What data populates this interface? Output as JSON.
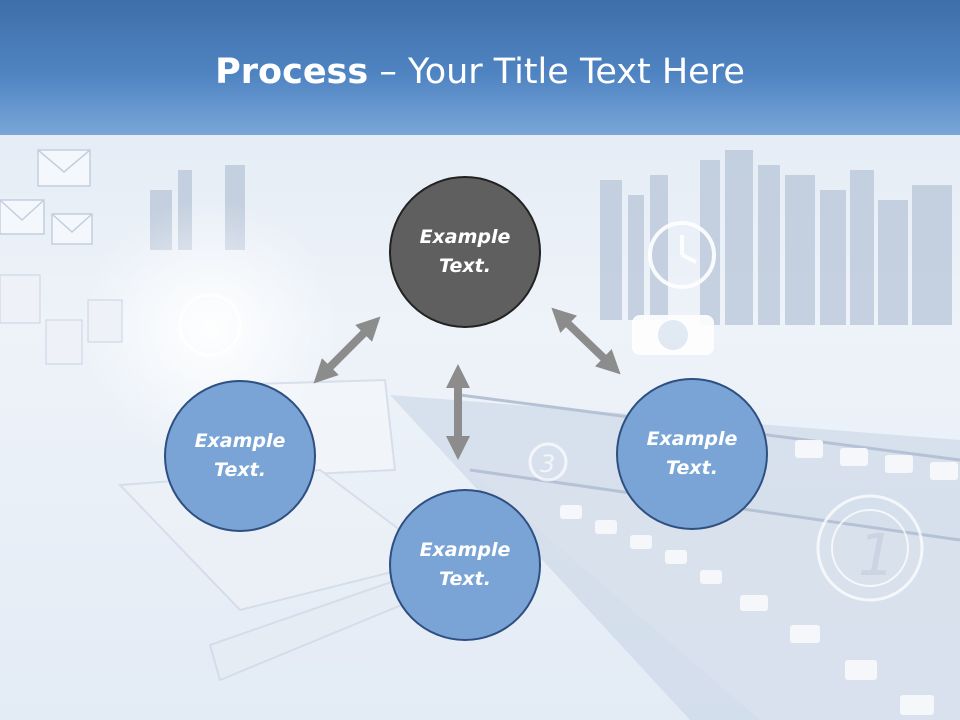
{
  "header": {
    "title_bold": "Process",
    "title_rest": " – Your Title Text Here"
  },
  "nodes": {
    "top": {
      "line1": "Example",
      "line2": "Text."
    },
    "left": {
      "line1": "Example",
      "line2": "Text."
    },
    "right": {
      "line1": "Example",
      "line2": "Text."
    },
    "bottom": {
      "line1": "Example",
      "line2": "Text."
    }
  },
  "background": {
    "film_frame_numbers": [
      "3",
      "1"
    ]
  },
  "colors": {
    "header": "#4f84c2",
    "node_blue": "#7aa4d6",
    "node_dark": "#5f5f5f",
    "arrow": "#8c8c8c"
  }
}
